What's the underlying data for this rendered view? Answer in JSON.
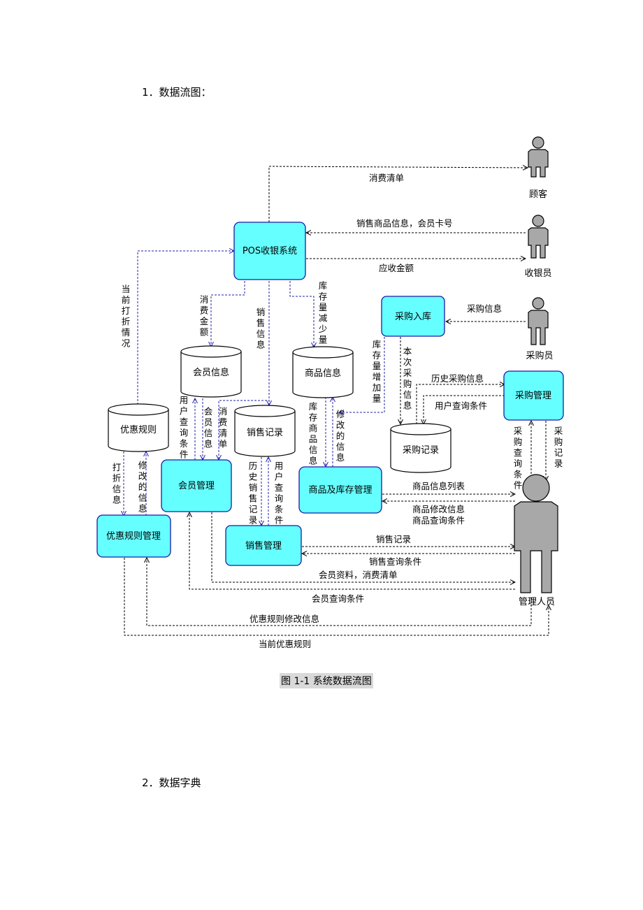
{
  "headings": {
    "section1": "1．数据流图：",
    "section2": "2．数据字典"
  },
  "caption": "图 1-1  系统数据流图",
  "diagram": {
    "processes": {
      "pos": "POS收银系统",
      "purchase_in": "采购入库",
      "purchase_mgmt": "采购管理",
      "member_mgmt": "会员管理",
      "goods_mgmt": "商品及库存管理",
      "discount_mgmt": "优惠规则管理",
      "sales_mgmt": "销售管理"
    },
    "stores": {
      "member_info": "会员信息",
      "goods_info": "商品信息",
      "discount_rules": "优惠规则",
      "sales_records": "销售记录",
      "purchase_records": "采购记录"
    },
    "entities": {
      "customer": "顾客",
      "cashier": "收银员",
      "buyer": "采购员",
      "manager": "管理人员"
    },
    "flows": {
      "consume_list": "消费清单",
      "sales_goods_card": "销售商品信息，会员卡号",
      "receivable": "应收金额",
      "purchase_info": "采购信息",
      "current_discount_v": "当前打折情况",
      "consume_amount_v": "消费金额",
      "sales_info_v": "销售信息",
      "stock_decrease_v": "库存量减少量",
      "stock_increase_v": "库存量增加量",
      "this_purchase_v": "本次采购信息",
      "history_purchase": "历史采购信息",
      "user_query_cond": "用户查询条件",
      "user_query_cond_v": "用户查询条件",
      "member_info_v": "会员信息",
      "consume_list_v": "消费清单",
      "stock_goods_v": "库存商品信息",
      "modify_info_v": "修改的信息",
      "purchase_query_v": "采购查询条件",
      "purchase_record_v": "采购记录",
      "discount_info_v": "打折信息",
      "modify_info2_v": "修改的信息",
      "history_sales_v": "历史销售记录",
      "user_query2_v": "用户查询条件",
      "goods_list": "商品信息列表",
      "goods_modify": "商品修改信息",
      "goods_query": "商品查询条件",
      "sales_record": "销售记录",
      "sales_query": "销售查询条件",
      "member_consume": "会员资料，消费清单",
      "member_query": "会员查询条件",
      "discount_modify": "优惠规则修改信息",
      "current_discount": "当前优惠规则"
    }
  }
}
